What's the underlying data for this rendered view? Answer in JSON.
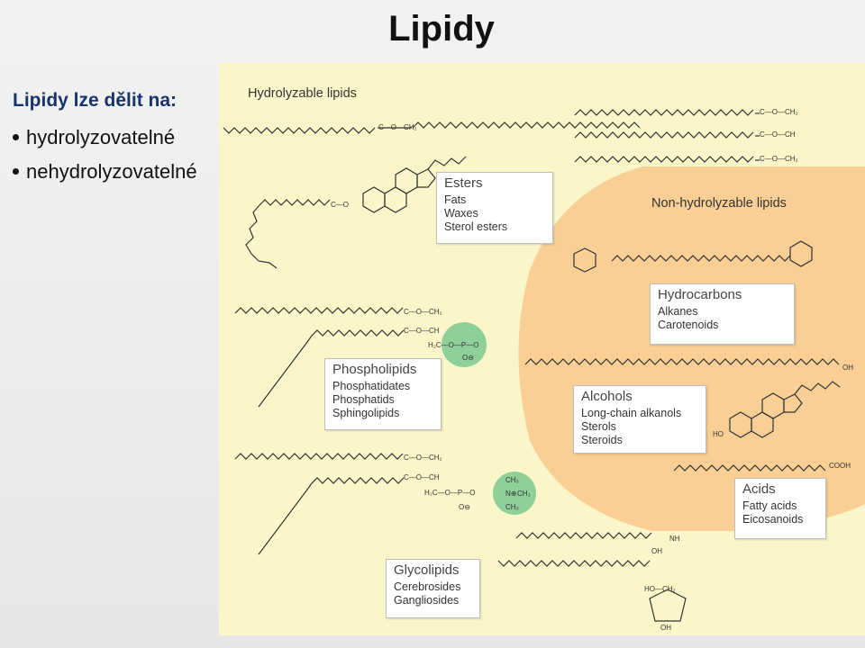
{
  "slide": {
    "title": "Lipidy",
    "intro": "Lipidy lze dělit na:",
    "bullets": [
      "hydrolyzovatelné",
      "nehydrolyzovatelné"
    ]
  },
  "figure": {
    "hydrolyzable_title": "Hydrolyzable lipids",
    "non_hydrolyzable_title": "Non-hydrolyzable lipids",
    "boxes": {
      "esters": {
        "heading": "Esters",
        "items": [
          "Fats",
          "Waxes",
          "Sterol esters"
        ]
      },
      "phospholipids": {
        "heading": "Phospholipids",
        "items": [
          "Phosphatidates",
          "Phosphatids",
          "Sphingolipids"
        ]
      },
      "glycolipids": {
        "heading": "Glycolipids",
        "items": [
          "Cerebrosides",
          "Gangliosides"
        ]
      },
      "hydrocarbons": {
        "heading": "Hydrocarbons",
        "items": [
          "Alkanes",
          "Carotenoids"
        ]
      },
      "alcohols": {
        "heading": "Alcohols",
        "items": [
          "Long-chain alkanols",
          "Sterols",
          "Steroids"
        ]
      },
      "acids": {
        "heading": "Acids",
        "items": [
          "Fatty acids",
          "Eicosanoids"
        ]
      }
    },
    "chem_labels": {
      "ester": "C—O—CH₂",
      "ester_o": "O",
      "ester_ch": "C—O—CH",
      "oh": "OH",
      "ho": "HO",
      "cooh": "COOH",
      "nh": "NH",
      "phos": "H₂C—O—P—O",
      "o_minus": "O⊖",
      "ch3": "CH₃",
      "n_plus": "N⊕",
      "co": "C—O",
      "ho_ch2": "HO—CH₂"
    },
    "colors": {
      "hydrolyzable_bg": "#fbf6c9",
      "non_hydrolyzable_bg": "#f9cf95",
      "phosphate_circle": "#8fcf9a"
    }
  }
}
